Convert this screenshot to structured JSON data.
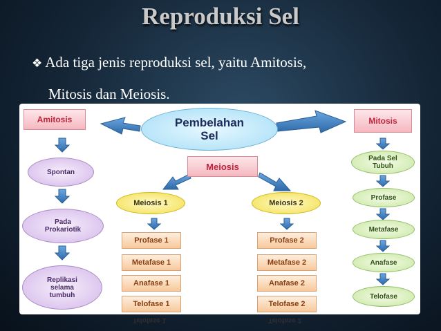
{
  "slide": {
    "title": "Reproduksi Sel",
    "bullet_line1": "Ada tiga jenis reproduksi sel, yaitu Amitosis,",
    "bullet_line2": "Mitosis dan Meiosis."
  },
  "diagram": {
    "center": "Pembelahan Sel",
    "amitosis": {
      "header": "Amitosis",
      "steps": [
        "Spontan",
        "Pada Prokariotik",
        "Replikasi selama tumbuh"
      ]
    },
    "mitosis": {
      "header": "Mitosis",
      "steps": [
        "Pada Sel Tubuh",
        "Profase",
        "Metafase",
        "Anafase",
        "Telofase"
      ]
    },
    "meiosis": {
      "header": "Meiosis",
      "meiosis1": {
        "label": "Meiosis 1",
        "phases": [
          "Profase 1",
          "Metafase 1",
          "Anafase 1",
          "Telofase 1"
        ]
      },
      "meiosis2": {
        "label": "Meiosis 2",
        "phases": [
          "Profase 2",
          "Metafase 2",
          "Anafase 2",
          "Telofase 2"
        ]
      }
    }
  },
  "colors": {
    "arrow_blue": "#3d7ebf",
    "header_red": "#c0243c",
    "phase_brown": "#8a3d10"
  }
}
